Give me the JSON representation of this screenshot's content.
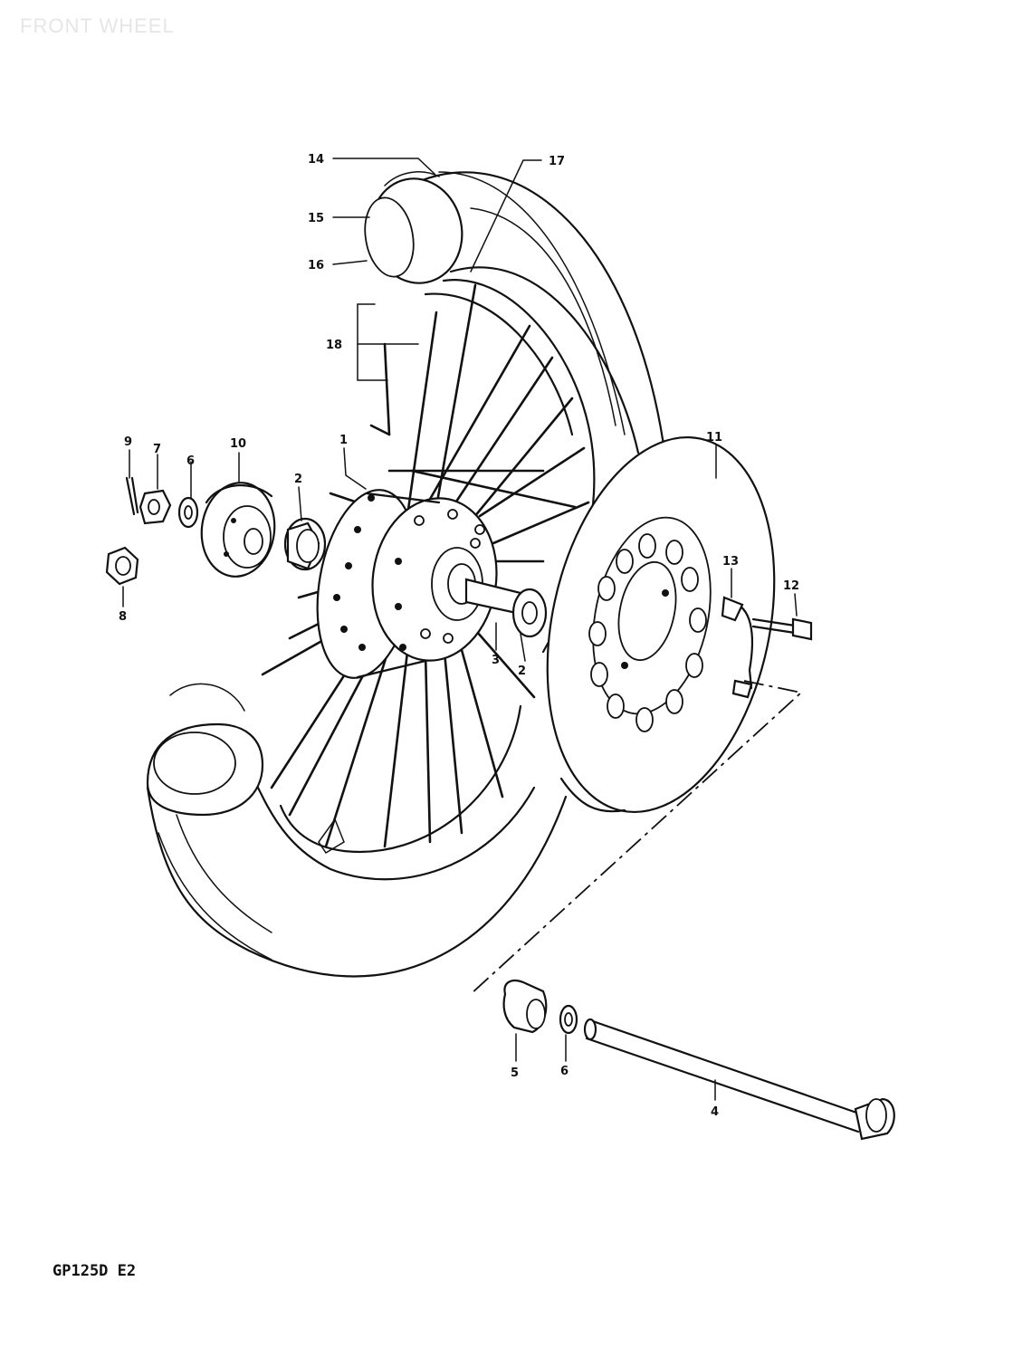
{
  "diagram": {
    "heading": "FRONT WHEEL",
    "model_code": "GP125D E2",
    "callouts": {
      "c1": "1",
      "c2a": "2",
      "c2b": "2",
      "c3": "3",
      "c4": "4",
      "c5": "5",
      "c6a": "6",
      "c6b": "6",
      "c7": "7",
      "c8": "8",
      "c9": "9",
      "c10": "10",
      "c11": "11",
      "c12": "12",
      "c13": "13",
      "c14": "14",
      "c15": "15",
      "c16": "16",
      "c17": "17",
      "c18": "18"
    }
  }
}
